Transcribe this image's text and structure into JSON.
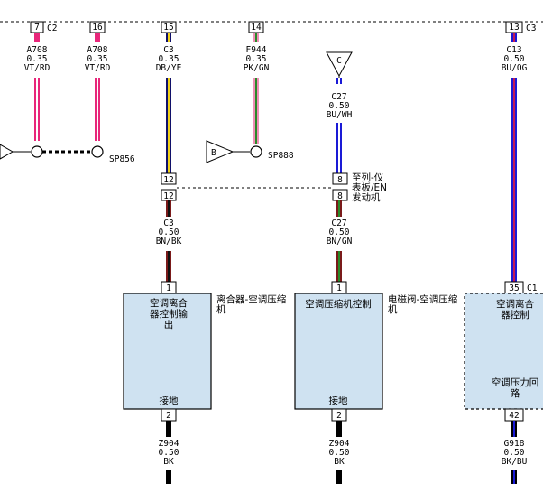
{
  "connectors": {
    "c2": "C2",
    "c3": "C3",
    "c1": "C1"
  },
  "pins": {
    "p7": "7",
    "p16": "16",
    "p15": "15",
    "p14": "14",
    "p13": "13",
    "p12a": "12",
    "p12b": "12",
    "p8a": "8",
    "p8b": "8",
    "p1a": "1",
    "p1b": "1",
    "p35": "35",
    "p2a": "2",
    "p2b": "2",
    "p42": "42"
  },
  "wires": [
    {
      "id": "A708",
      "gauge": "0.35",
      "color": "VT/RD",
      "stripe_main": "#e8267a",
      "stripe_trace": "#ffffff"
    },
    {
      "id": "A708",
      "gauge": "0.35",
      "color": "VT/RD",
      "stripe_main": "#e8267a",
      "stripe_trace": "#ffffff"
    },
    {
      "id": "C3",
      "gauge": "0.35",
      "color": "DB/YE",
      "stripe_main": "#10106a",
      "stripe_trace": "#f2d21a"
    },
    {
      "id": "F944",
      "gauge": "0.35",
      "color": "PK/GN",
      "stripe_main": "#ef8fb6",
      "stripe_trace": "#2a8a2a"
    },
    {
      "id": "C27",
      "gauge": "0.50",
      "color": "BU/WH",
      "stripe_main": "#1a1ad6",
      "stripe_trace": "#ffffff"
    },
    {
      "id": "C13",
      "gauge": "0.50",
      "color": "BU/OG",
      "stripe_main": "#1a1ad6",
      "stripe_trace": "#c21a55"
    },
    {
      "id": "C3",
      "gauge": "0.50",
      "color": "BN/BK",
      "stripe_main": "#7a1a1a",
      "stripe_trace": "#111111"
    },
    {
      "id": "C27",
      "gauge": "0.50",
      "color": "BN/GN",
      "stripe_main": "#7a1a1a",
      "stripe_trace": "#2a8a2a"
    },
    {
      "id": "Z904",
      "gauge": "0.50",
      "color": "BK",
      "stripe_main": "#000000",
      "stripe_trace": "#000000"
    },
    {
      "id": "Z904",
      "gauge": "0.50",
      "color": "BK",
      "stripe_main": "#000000",
      "stripe_trace": "#000000"
    },
    {
      "id": "G918",
      "gauge": "0.50",
      "color": "BK/BU",
      "stripe_main": "#000000",
      "stripe_trace": "#1a1ad6"
    }
  ],
  "splices": {
    "sp856": "SP856",
    "sp888": "SP888"
  },
  "references": {
    "b": "B",
    "c": "C"
  },
  "labels": {
    "ipc_line1": "至列-仪",
    "ipc_line2": "表板/EN",
    "ipc_line3": "发动机"
  },
  "modules": {
    "m1": {
      "title_line1": "空调离合",
      "title_line2": "器控制输",
      "title_line3": "出",
      "ground": "接地",
      "side_line1": "离合器-空调压缩",
      "side_line2": "机"
    },
    "m2": {
      "title_line1": "空调压缩机控制",
      "ground": "接地",
      "side_line1": "电磁阀-空调压缩",
      "side_line2": "机"
    },
    "m3": {
      "title_line1": "空调离合",
      "title_line2": "器控制",
      "sensor_line1": "空调压力回",
      "sensor_line2": "路"
    }
  },
  "colors": {
    "module_fill": "#cfe2f1",
    "line": "#000000"
  }
}
